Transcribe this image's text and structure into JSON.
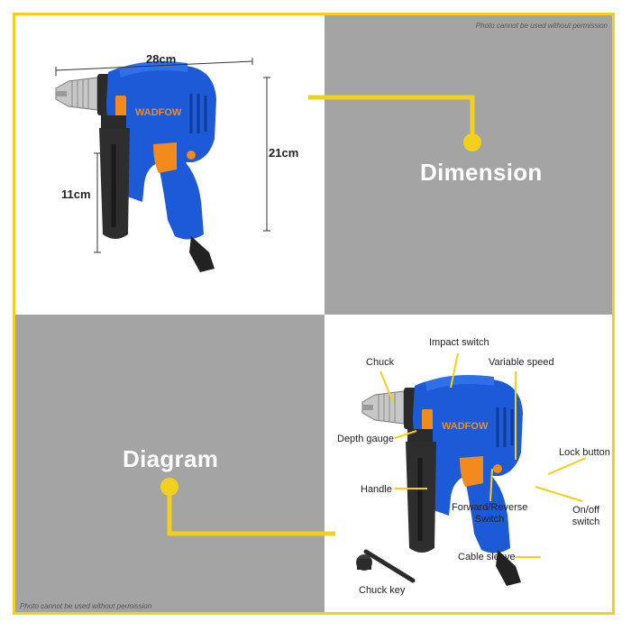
{
  "watermark": {
    "top": "Photo cannot be used without permission",
    "bottom": "Photo cannot be used without permission"
  },
  "dimension_panel": {
    "label": "Dimension",
    "width": "28cm",
    "height": "21cm",
    "handle": "11cm"
  },
  "diagram_panel": {
    "label": "Diagram",
    "callouts": {
      "impact_switch": "Impact switch",
      "chuck": "Chuck",
      "variable_speed": "Variable speed",
      "depth_gauge": "Depth gauge",
      "lock_button": "Lock button",
      "handle": "Handle",
      "forward_reverse_1": "Forward/Reverse",
      "forward_reverse_2": "Switch",
      "onoff_1": "On/off",
      "onoff_2": "switch",
      "cable_sleeve": "Cable sleeve",
      "chuck_key": "Chuck key"
    }
  },
  "brand": "WADFOW",
  "colors": {
    "frame_yellow": "#f2d11c",
    "panel_gray": "#a4a4a4",
    "drill_blue": "#1d5ad8",
    "accent_orange": "#f28a1c"
  }
}
